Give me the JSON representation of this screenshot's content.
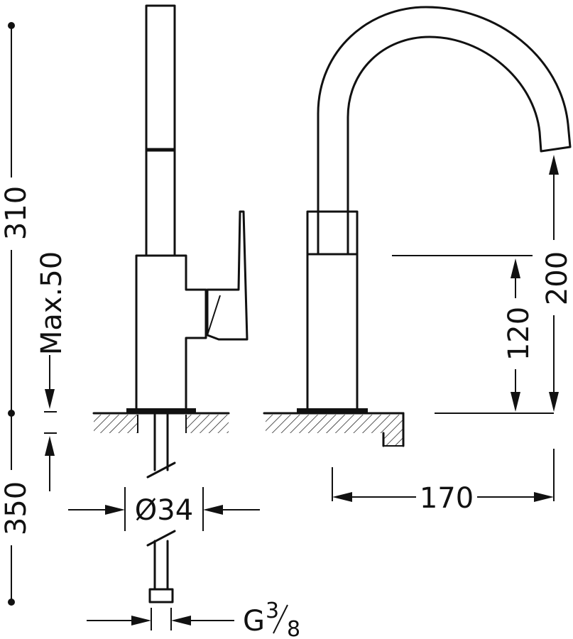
{
  "dimensions": {
    "total_height_upper": "310",
    "total_height_lower": "350",
    "max_thickness": "Max.50",
    "spout_height": "200",
    "handle_height": "120",
    "spout_reach": "170",
    "hole_diameter": "Ø34",
    "connection_prefix": "G",
    "connection_numerator": "3",
    "connection_denominator": "8"
  },
  "colors": {
    "line": "#111111",
    "background": "#ffffff"
  }
}
